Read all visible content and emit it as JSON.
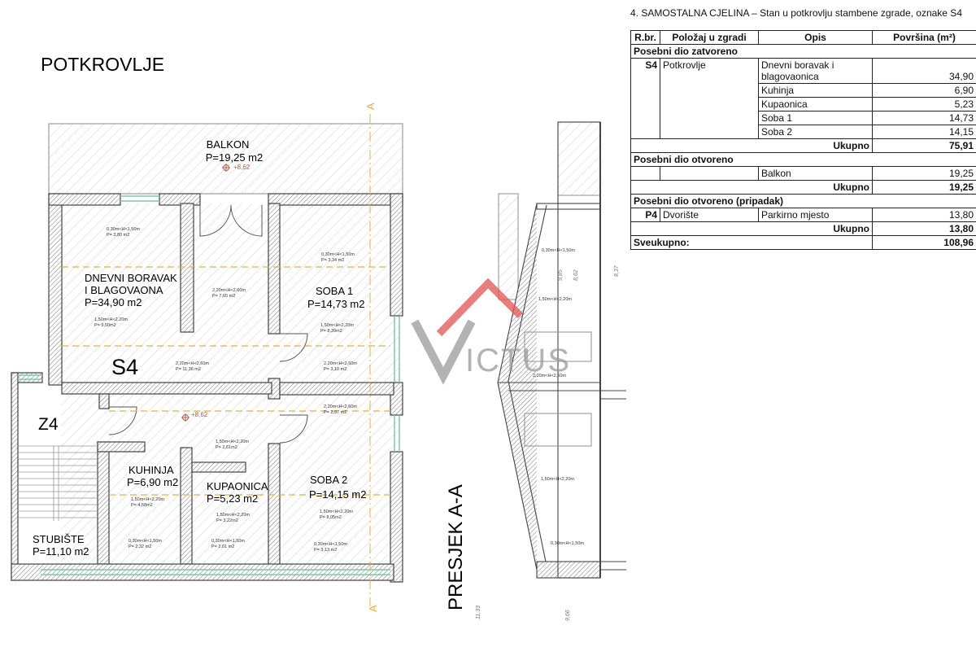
{
  "plan": {
    "level_title": "POTKROVLJE",
    "unit_label": "S4",
    "stair_label": "Z4",
    "section_label": "PRESJEK A-A",
    "section_marker": "A",
    "rooms": {
      "balcony_name": "BALKON",
      "balcony_area": "P=19,25 m2",
      "living_name_1": "DNEVNI BORAVAK",
      "living_name_2": "I BLAGOVAONA",
      "living_area": "P=34,90 m2",
      "room1_name": "SOBA 1",
      "room1_area": "P=14,73 m2",
      "room2_name": "SOBA 2",
      "room2_area": "P=14,15 m2",
      "kitchen_name": "KUHINJA",
      "kitchen_area": "P=6,90 m2",
      "bath_name": "KUPAONICA",
      "bath_area": "P=5,23 m2",
      "stairs_name": "STUBIŠTE",
      "stairs_area": "P=11,10 m2"
    },
    "level_marks": [
      "+8,62",
      "+8,62"
    ],
    "height_notes": [
      {
        "h": "0,30m<H<1,50m",
        "p": "P= 3,80 m2"
      },
      {
        "h": "1,50m<H<2,20m",
        "p": "P= 9,50m2"
      },
      {
        "h": "2,20m<H<2,60m",
        "p": "P= 7,65 m2"
      },
      {
        "h": "2,20m<H<2,60m",
        "p": "P= 11,36 m2"
      },
      {
        "h": "0,30m<H<1,50m",
        "p": "P= 3,34 m2"
      },
      {
        "h": "1,50m<H<2,20m",
        "p": "P= 8,39m2"
      },
      {
        "h": "2,20m<H<2,60m",
        "p": "P= 3,10 m2"
      },
      {
        "h": "2,20m<H<2,60m",
        "p": "P= 2,97 m2"
      },
      {
        "h": "1,50m<H<2,20m",
        "p": "P= 2,61m2"
      },
      {
        "h": "1,50m<H<2,20m",
        "p": "P= 4,58m2"
      },
      {
        "h": "0,30m<H<1,50m",
        "p": "P= 2,32 m2"
      },
      {
        "h": "1,50m<H<2,20m",
        "p": "P= 3,22m2"
      },
      {
        "h": "0,30m<H<1,50m",
        "p": "P= 2,01 m2"
      },
      {
        "h": "1,50m<H<2,20m",
        "p": "P= 8,05m2"
      },
      {
        "h": "0,30m<H<1,50m",
        "p": "P= 3,13 m2"
      }
    ],
    "section_notes": [
      "0,30m<H<1,50m",
      "1,50m<H<2,20m",
      "2,20m<H<2,60m",
      "1,50m<H<2,20m",
      "0,30m<H<1,50m"
    ],
    "section_levels": [
      "9,85",
      "8,62",
      "8,37",
      "11,33",
      "9,66"
    ],
    "watermark": "VICTUS",
    "colors": {
      "wall": "#555555",
      "hatch": "#bdbdbd",
      "dash": "#e3b23c",
      "window": "#7fc8a9",
      "watermark_red": "#e05555",
      "watermark_gray": "#9a9a9a",
      "level_mark": "#b06050"
    }
  },
  "spec": {
    "title": "4. SAMOSTALNA CJELINA – Stan u potkrovlju stambene zgrade, oznake S4",
    "headers": [
      "R.br.",
      "Položaj u zgradi",
      "Opis",
      "Površina (m²)"
    ],
    "section_closed": "Posebni dio zatvoreno",
    "closed_rb": "S4",
    "closed_pos": "Potkrovlje",
    "closed_rows": [
      {
        "opis": "Dnevni boravak i blagovaonica",
        "area": "34,90"
      },
      {
        "opis": "Kuhinja",
        "area": "6,90"
      },
      {
        "opis": "Kupaonica",
        "area": "5,23"
      },
      {
        "opis": "Soba 1",
        "area": "14,73"
      },
      {
        "opis": "Soba 2",
        "area": "14,15"
      }
    ],
    "closed_total_label": "Ukupno",
    "closed_total": "75,91",
    "section_open": "Posebni dio otvoreno",
    "open_rows": [
      {
        "opis": "Balkon",
        "area": "19,25"
      }
    ],
    "open_total_label": "Ukupno",
    "open_total": "19,25",
    "section_open_app": "Posebni dio otvoreno (pripadak)",
    "app_rb": "P4",
    "app_pos": "Dvorište",
    "app_rows": [
      {
        "opis": "Parkirno mjesto",
        "area": "13,80"
      }
    ],
    "app_total_label": "Ukupno",
    "app_total": "13,80",
    "grand_total_label": "Sveukupno:",
    "grand_total": "108,96"
  }
}
